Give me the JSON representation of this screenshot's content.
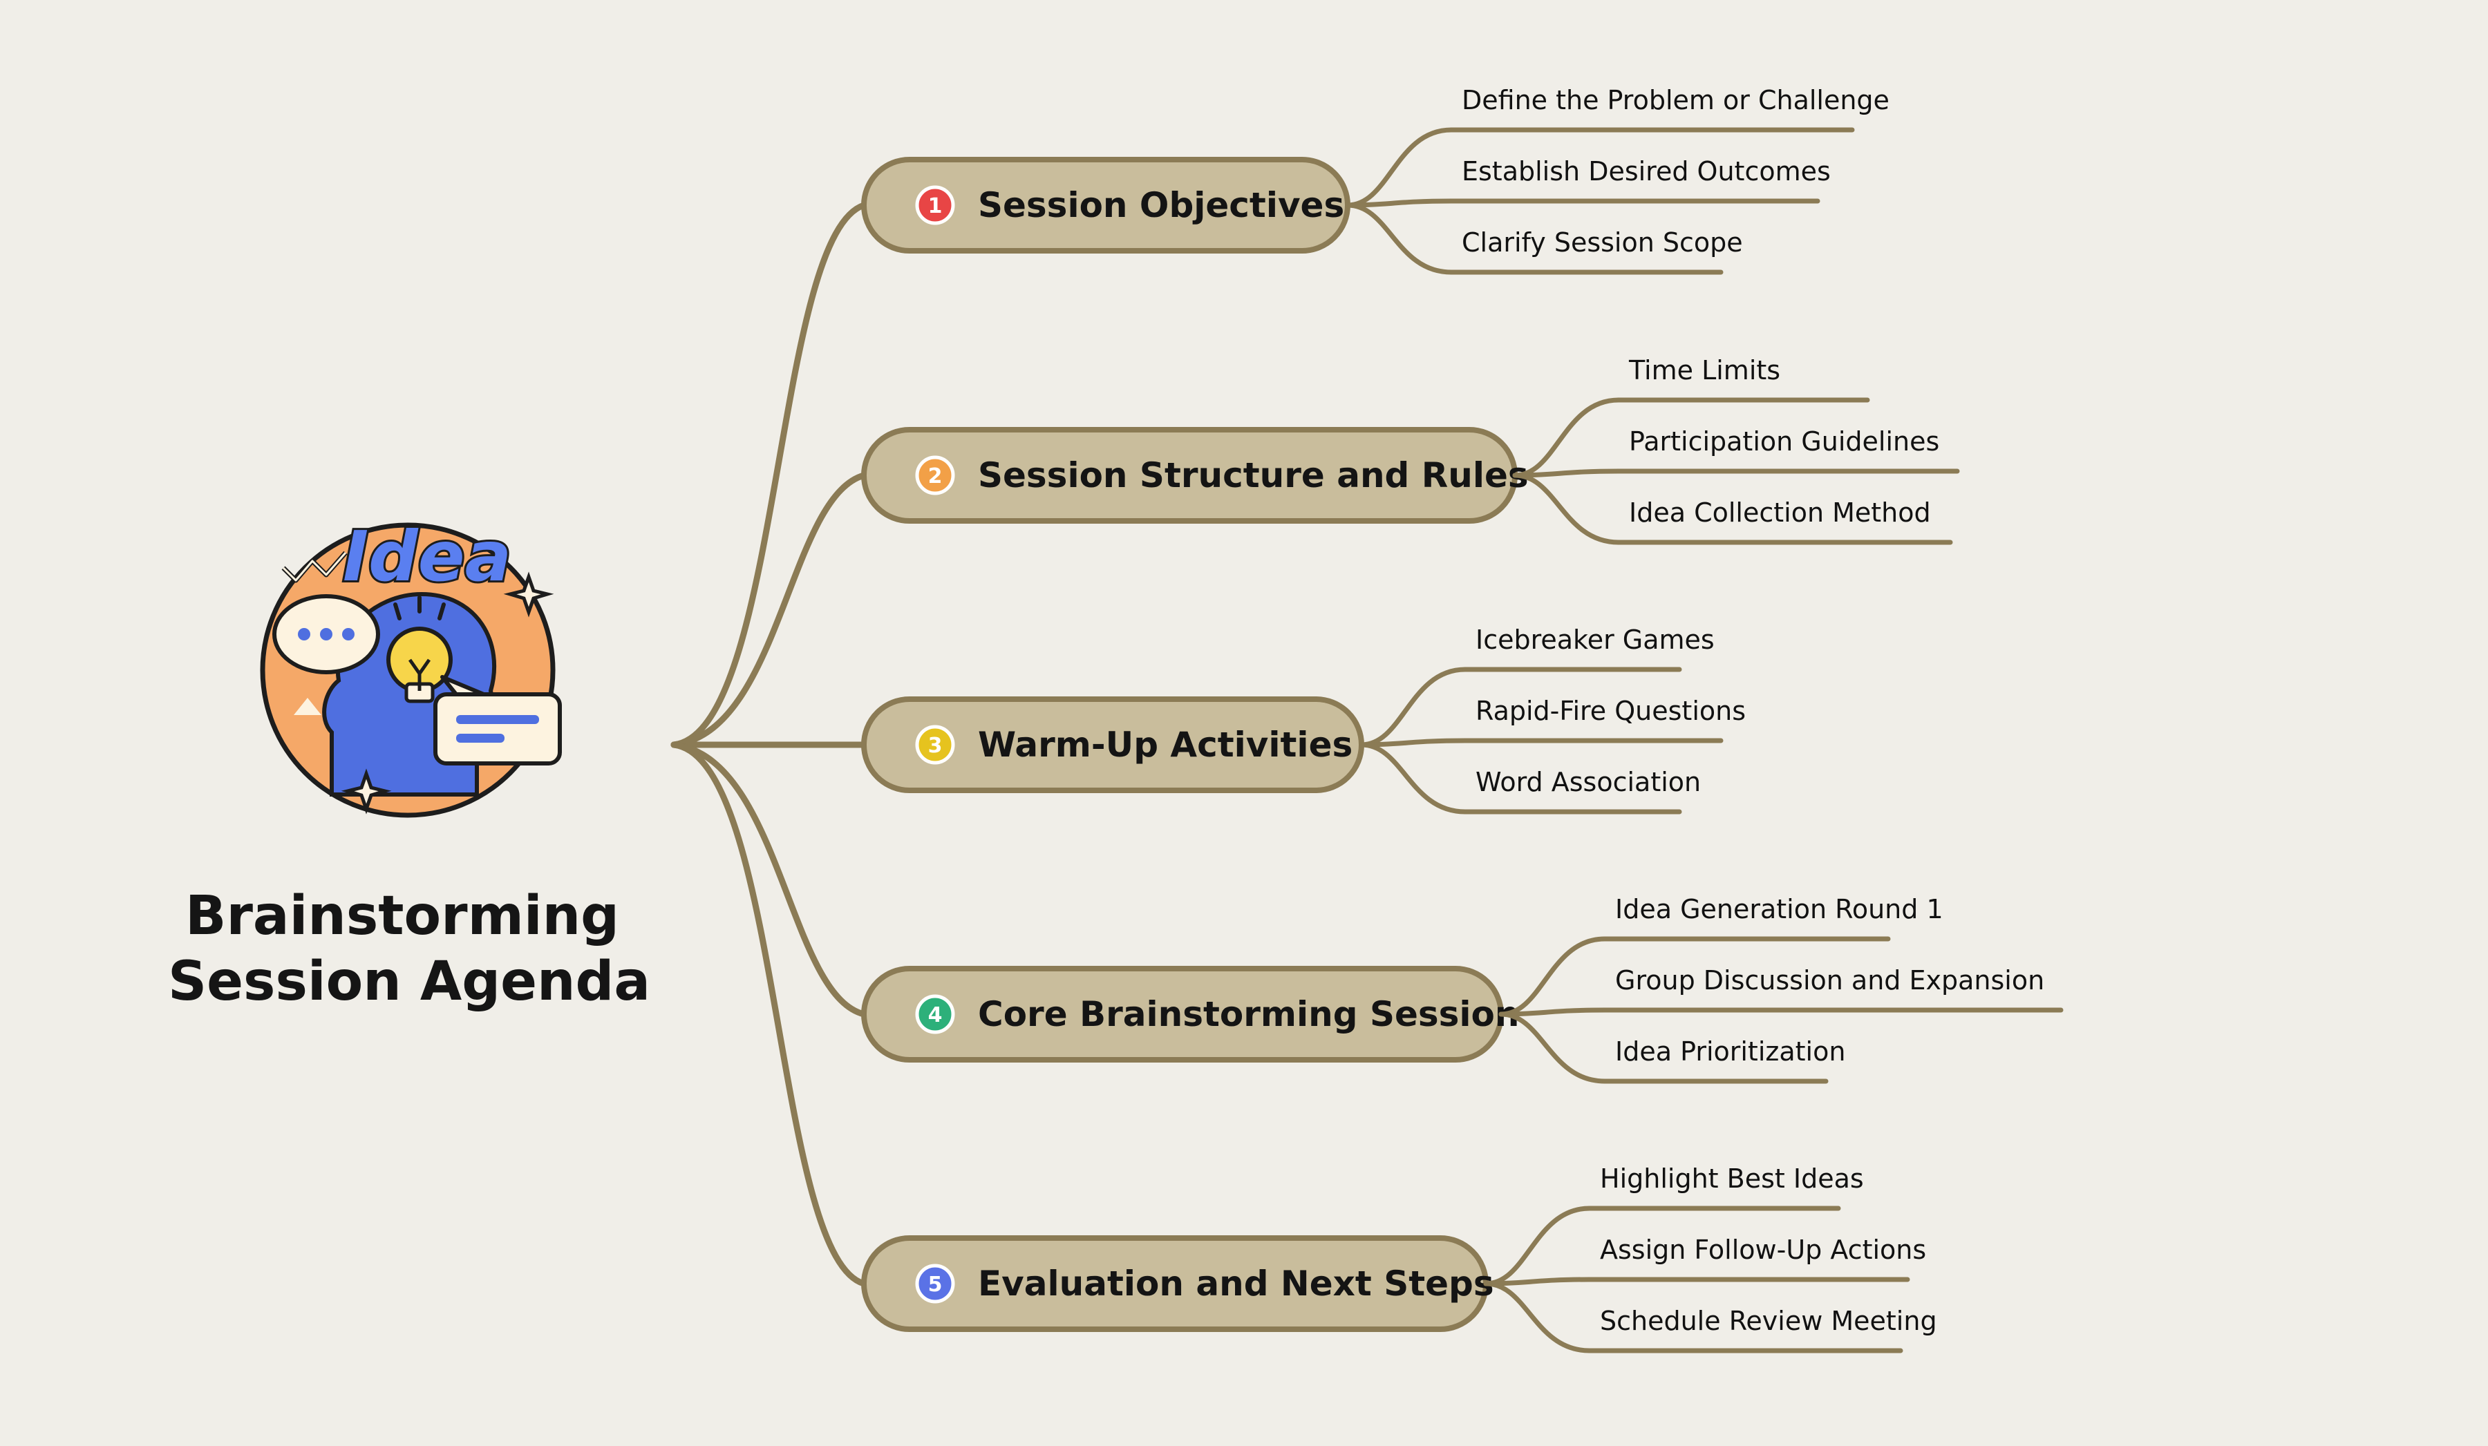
{
  "root": {
    "title_line1": "Brainstorming",
    "title_line2": "Session Agenda",
    "logo_text": "Idea"
  },
  "colors": {
    "background": "#f0eee8",
    "line": "#8b7b55",
    "pill_fill": "#c9bd9c",
    "pill_stroke": "#8b7b55"
  },
  "branches": [
    {
      "number": "1",
      "badge_color": "#e84545",
      "label": "Session Objectives",
      "children": [
        "Define the Problem or Challenge",
        "Establish Desired Outcomes",
        "Clarify Session Scope"
      ]
    },
    {
      "number": "2",
      "badge_color": "#f2a047",
      "label": "Session Structure and Rules",
      "children": [
        "Time Limits",
        "Participation Guidelines",
        "Idea Collection Method"
      ]
    },
    {
      "number": "3",
      "badge_color": "#e6c31e",
      "label": "Warm-Up Activities",
      "children": [
        "Icebreaker Games",
        "Rapid-Fire Questions",
        "Word Association"
      ]
    },
    {
      "number": "4",
      "badge_color": "#2db07a",
      "label": "Core Brainstorming Session",
      "children": [
        "Idea Generation Round 1",
        "Group Discussion and Expansion",
        "Idea Prioritization"
      ]
    },
    {
      "number": "5",
      "badge_color": "#5a72e6",
      "label": "Evaluation and Next Steps",
      "children": [
        "Highlight Best Ideas",
        "Assign Follow-Up Actions",
        "Schedule Review Meeting"
      ]
    }
  ]
}
